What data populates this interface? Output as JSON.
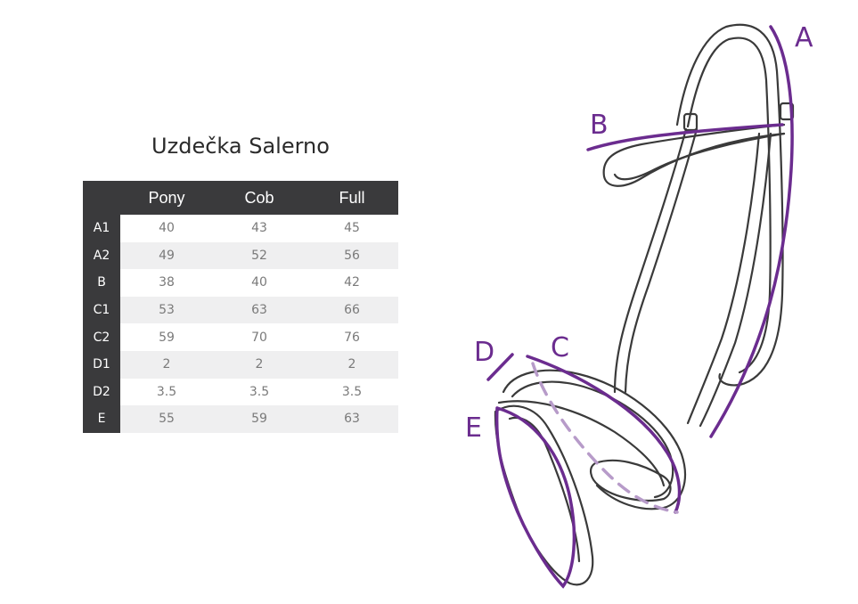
{
  "title": "Uzdečka Salerno",
  "table": {
    "columns": [
      "",
      "Pony",
      "Cob",
      "Full"
    ],
    "rows": [
      {
        "label": "A1",
        "values": [
          "40",
          "43",
          "45"
        ]
      },
      {
        "label": "A2",
        "values": [
          "49",
          "52",
          "56"
        ]
      },
      {
        "label": "B",
        "values": [
          "38",
          "40",
          "42"
        ]
      },
      {
        "label": "C1",
        "values": [
          "53",
          "63",
          "66"
        ]
      },
      {
        "label": "C2",
        "values": [
          "59",
          "70",
          "76"
        ]
      },
      {
        "label": "D1",
        "values": [
          "2",
          "2",
          "2"
        ]
      },
      {
        "label": "D2",
        "values": [
          "3.5",
          "3.5",
          "3.5"
        ]
      },
      {
        "label": "E",
        "values": [
          "55",
          "59",
          "63"
        ]
      }
    ]
  },
  "diagram_labels": {
    "a": "A",
    "b": "B",
    "c": "C",
    "d": "D",
    "e": "E"
  },
  "colors": {
    "header_bg": "#3a3a3c",
    "stripe": "#efeff0",
    "measure": "#6b2c8f",
    "outline": "#3a3a3a"
  }
}
